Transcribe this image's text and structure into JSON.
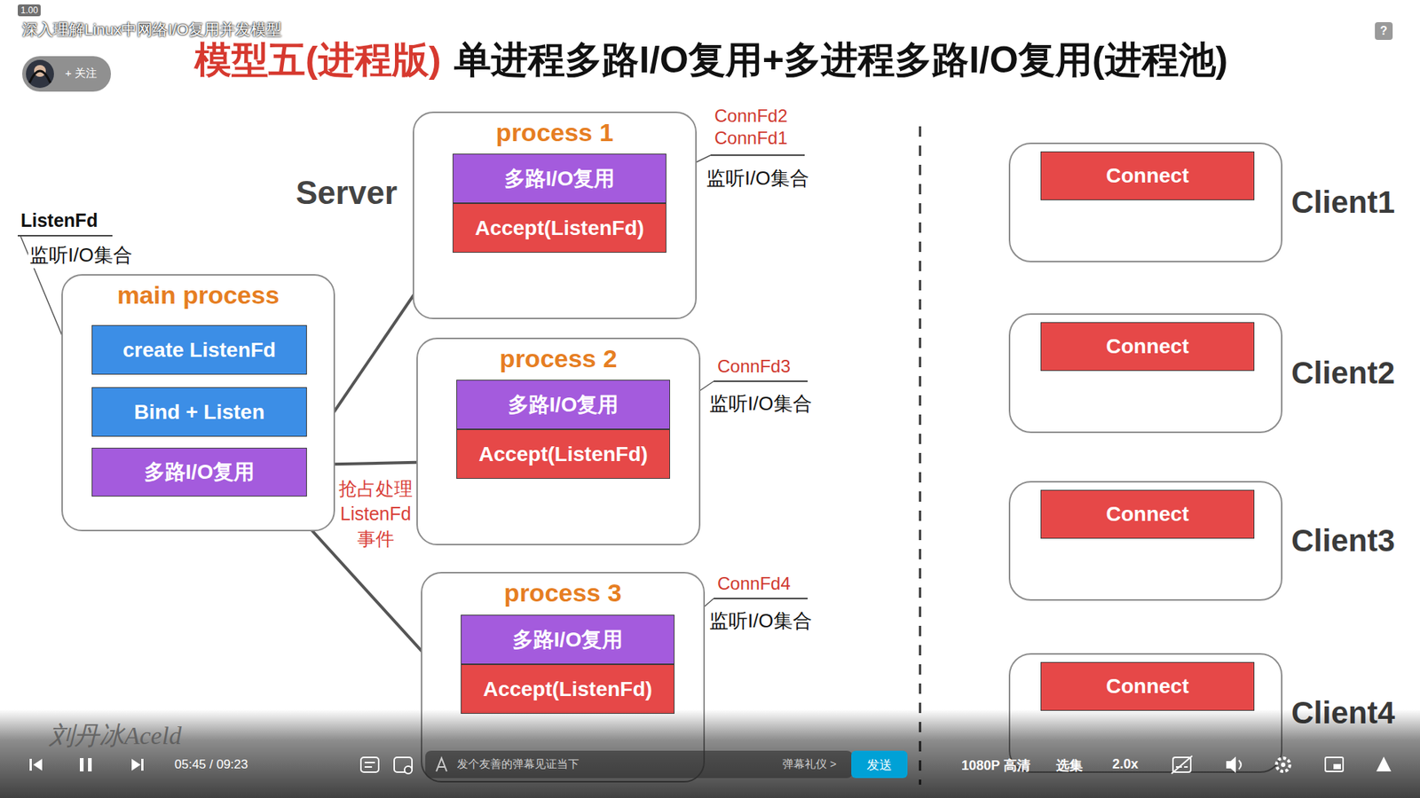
{
  "diagram": {
    "title": "模型五(进程版)",
    "nodes": [
      {
        "text": [
          "main process"
        ]
      },
      {
        "text": [
          "create ListenFd"
        ],
        "in": 0
      },
      {
        "text": [
          "Bind + Listen"
        ],
        "in": 0
      },
      {
        "text": [
          "多路I/O复用"
        ],
        "in": 0
      },
      {
        "text": [
          "process 1"
        ]
      },
      {
        "text": [
          "多路I/O复用"
        ],
        "in": 4
      },
      {
        "text": [
          "Accept(ListenFd)"
        ],
        "in": 4
      },
      {
        "text": [
          "process 2"
        ]
      },
      {
        "text": [
          "多路I/O复用"
        ],
        "in": 7
      },
      {
        "text": [
          "Accept(ListenFd)"
        ],
        "in": 7
      },
      {
        "text": [
          "process 3"
        ]
      },
      {
        "text": [
          "多路I/O复用"
        ],
        "in": 10
      },
      {
        "text": [
          "Accept(ListenFd)"
        ],
        "in": 10
      },
      {
        "text": [
          "Client1"
        ]
      },
      {
        "text": [
          "Connect"
        ],
        "in": 13
      },
      {
        "text": [
          "Client2"
        ]
      },
      {
        "text": [
          "Connect"
        ],
        "in": 15
      },
      {
        "text": [
          "Client3"
        ]
      },
      {
        "text": [
          "Connect"
        ],
        "in": 17
      },
      {
        "text": [
          "Client4"
        ]
      },
      {
        "text": [
          "Connect"
        ],
        "in": 19
      }
    ],
    "edges": [
      {
        "from": 3,
        "to": 6,
        "arrow": "to"
      },
      {
        "from": 3,
        "to": 9,
        "label": "抢占处理 ListenFd 事件",
        "arrow": "to"
      },
      {
        "from": 3,
        "to": 12,
        "arrow": "to"
      },
      {
        "from": 6,
        "to": 5,
        "arrow": "to"
      },
      {
        "from": 9,
        "to": 8,
        "arrow": "to"
      },
      {
        "from": 12,
        "to": 11,
        "arrow": "to"
      }
    ],
    "labels": [
      "1.00",
      "深入理解Linux中网络I/O复用并发模型",
      "+ 关注",
      "单进程多路I/O复用+多进程多路I/O复用(进程池)",
      "?",
      "ListenFd",
      "监听I/O集合",
      "Server",
      "ConnFd2",
      "ConnFd1",
      "监听I/O集合",
      "ConnFd3",
      "监听I/O集合",
      "ConnFd4",
      "监听I/O集合",
      "刘丹冰Aceld",
      "05:45 / 09:23",
      "发个友善的弹幕见证当下",
      "弹幕礼仪 >",
      "发送",
      "1080P 高清",
      "选集",
      "2.0x"
    ]
  }
}
